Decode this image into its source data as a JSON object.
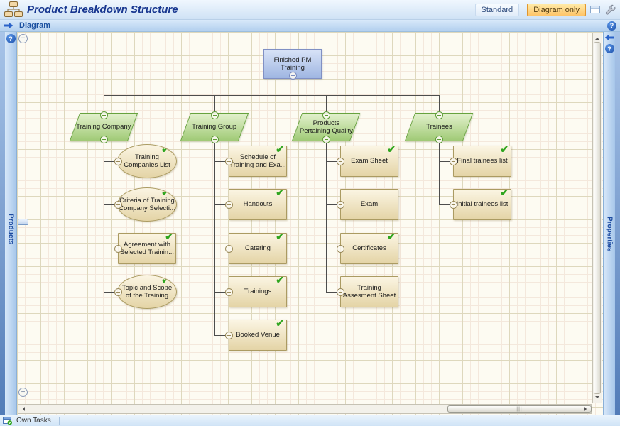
{
  "header": {
    "title": "Product Breakdown Structure",
    "view_standard": "Standard",
    "view_diagram_only": "Diagram only"
  },
  "diagram_bar": {
    "label": "Diagram"
  },
  "panels": {
    "left_label": "Products",
    "right_label": "Properties"
  },
  "status_bar": {
    "own_tasks_label": "Own Tasks"
  },
  "icons": {
    "help": "?",
    "zoom_in": "+",
    "zoom_out": "−",
    "check": "✔"
  },
  "colors": {
    "title_blue": "#17368f",
    "active_button_bg": "#fec468",
    "active_button_border": "#e0962e",
    "root_fill": "#9fb6e2",
    "branch_fill": "#a0ca76",
    "branch_border": "#68a23e",
    "task_fill": "#e4d4a6",
    "task_border": "#ab9b62",
    "check_green": "#2fa51e",
    "connector": "#4d4d4d"
  },
  "diagram": {
    "root": {
      "label": "Finished PM\nTraining"
    },
    "branches": [
      {
        "label": "Training Company",
        "children": [
          {
            "label": "Training\nCompanies List",
            "shape": "ellipse",
            "checked": true
          },
          {
            "label": "Criteria of Training\nCompany Selecti...",
            "shape": "ellipse",
            "checked": true
          },
          {
            "label": "Agreement with\nSelected Trainin...",
            "shape": "rect",
            "checked": true
          },
          {
            "label": "Topic and Scope\nof the Training",
            "shape": "ellipse",
            "checked": true
          }
        ]
      },
      {
        "label": "Training Group",
        "children": [
          {
            "label": "Schedule of\nTraining and Exa...",
            "shape": "rect",
            "checked": true
          },
          {
            "label": "Handouts",
            "shape": "rect",
            "checked": true
          },
          {
            "label": "Catering",
            "shape": "rect",
            "checked": true
          },
          {
            "label": "Trainings",
            "shape": "rect",
            "checked": true
          },
          {
            "label": "Booked Venue",
            "shape": "rect",
            "checked": true
          }
        ]
      },
      {
        "label": "Products\nPertaining Quality",
        "children": [
          {
            "label": "Exam Sheet",
            "shape": "rect",
            "checked": true
          },
          {
            "label": "Exam",
            "shape": "rect",
            "checked": false
          },
          {
            "label": "Certificates",
            "shape": "rect",
            "checked": true
          },
          {
            "label": "Training\nAssesment Sheet",
            "shape": "rect",
            "checked": false
          }
        ]
      },
      {
        "label": "Trainees",
        "children": [
          {
            "label": "Final trainees list",
            "shape": "rect",
            "checked": true
          },
          {
            "label": "Initial trainees list",
            "shape": "rect",
            "checked": true
          }
        ]
      }
    ]
  }
}
